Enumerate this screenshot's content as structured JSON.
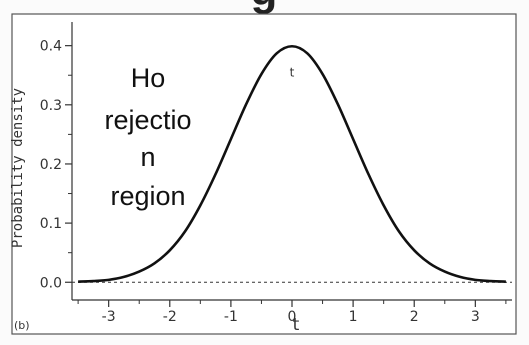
{
  "page_header_fragment": "g",
  "chart_data": {
    "type": "line",
    "panel_label": "(b)",
    "title": "",
    "xlabel": "t",
    "ylabel": "Probability density",
    "xlim": [
      -3.6,
      3.6
    ],
    "ylim": [
      -0.03,
      0.44
    ],
    "x_ticks": [
      -3,
      -2,
      -1,
      0,
      1,
      2,
      3
    ],
    "x_tick_labels": [
      "-3",
      "-2",
      "-1",
      "0",
      "1",
      "2",
      "3"
    ],
    "y_ticks": [
      0.0,
      0.1,
      0.2,
      0.3,
      0.4
    ],
    "y_tick_labels": [
      "0.0",
      "0.1",
      "0.2",
      "0.3",
      "0.4"
    ],
    "grid": false,
    "baseline": {
      "y": 0.0,
      "style": "dashed"
    },
    "series": [
      {
        "x": [
          -3.5,
          -3.25,
          -3.0,
          -2.75,
          -2.5,
          -2.25,
          -2.0,
          -1.75,
          -1.5,
          -1.25,
          -1.0,
          -0.75,
          -0.5,
          -0.25,
          0.0,
          0.25,
          0.5,
          0.75,
          1.0,
          1.25,
          1.5,
          1.75,
          2.0,
          2.25,
          2.5,
          2.75,
          3.0,
          3.25,
          3.5
        ],
        "values": [
          0.001,
          0.002,
          0.004,
          0.009,
          0.018,
          0.032,
          0.054,
          0.086,
          0.13,
          0.183,
          0.242,
          0.301,
          0.352,
          0.387,
          0.399,
          0.387,
          0.352,
          0.301,
          0.242,
          0.183,
          0.13,
          0.086,
          0.054,
          0.032,
          0.018,
          0.009,
          0.004,
          0.002,
          0.001
        ],
        "color": "#111111"
      }
    ],
    "annotations": [
      {
        "text_lines": [
          "Ho",
          "rejectio",
          "n",
          "region"
        ]
      },
      {
        "text": "t",
        "x": 0.0,
        "y": 0.355
      }
    ]
  }
}
